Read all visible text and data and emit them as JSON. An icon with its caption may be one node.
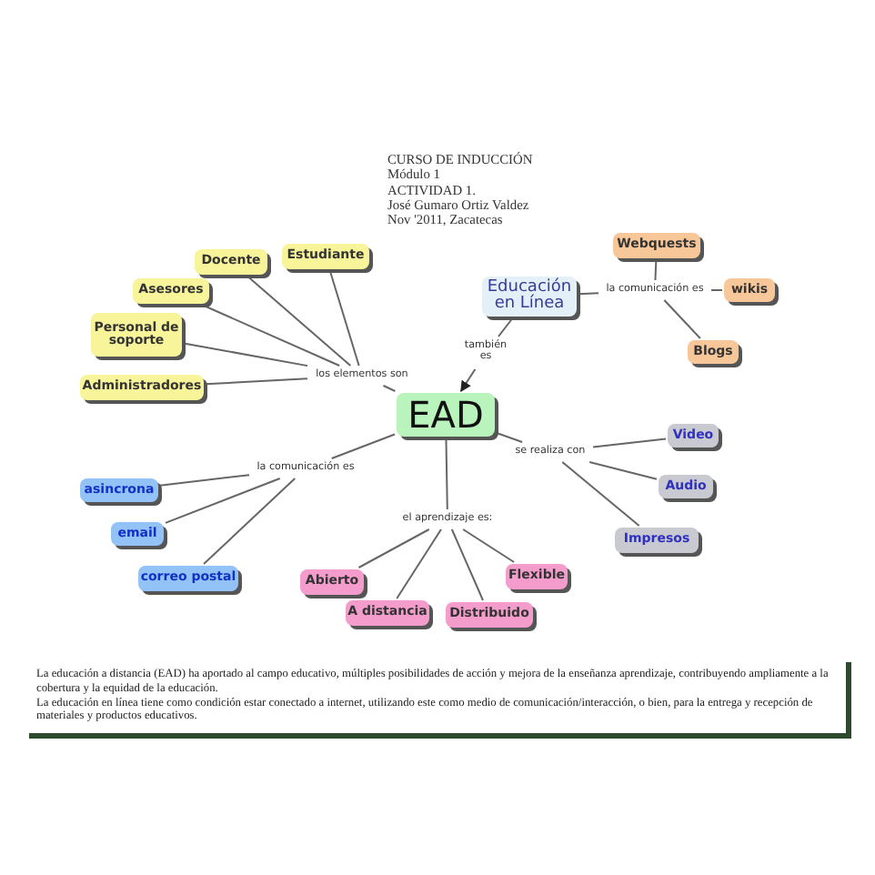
{
  "diagram": {
    "nodes": [
      {
        "text": [
          "EAD"
        ]
      },
      {
        "text": [
          "los elementos son"
        ]
      },
      {
        "text": [
          "Docente"
        ]
      },
      {
        "text": [
          "Estudiante"
        ]
      },
      {
        "text": [
          "Asesores"
        ]
      },
      {
        "text": [
          "Personal de soporte"
        ]
      },
      {
        "text": [
          "Administradores"
        ]
      },
      {
        "text": [
          "Educación en Línea"
        ]
      },
      {
        "text": [
          "también es"
        ]
      },
      {
        "text": [
          "la comunicación es"
        ]
      },
      {
        "text": [
          "Webquests"
        ]
      },
      {
        "text": [
          "wikis"
        ]
      },
      {
        "text": [
          "Blogs"
        ]
      },
      {
        "text": [
          "la comunicación es"
        ]
      },
      {
        "text": [
          "asincrona"
        ]
      },
      {
        "text": [
          "email"
        ]
      },
      {
        "text": [
          "correo postal"
        ]
      },
      {
        "text": [
          "el aprendizaje es:"
        ]
      },
      {
        "text": [
          "Abierto"
        ]
      },
      {
        "text": [
          "A distancia"
        ]
      },
      {
        "text": [
          "Distribuido"
        ]
      },
      {
        "text": [
          "Flexible"
        ]
      },
      {
        "text": [
          "se realiza con"
        ]
      },
      {
        "text": [
          "Video"
        ]
      },
      {
        "text": [
          "Audio"
        ]
      },
      {
        "text": [
          "Impresos"
        ]
      },
      {
        "text": [
          "La educación a distancia (EAD) ha aportado al campo educativo, múltiples posibilidades de acción y mejora de la enseñanza aprendizaje, contribuyendo ampliamente a la cobertura y la equidad de la educación.",
          "La educación en línea tiene como condición estar conectado a internet, utilizando este como medio de comunicación/interacción, o bien, para la entrega y recepción de materiales y productos educativos."
        ]
      }
    ],
    "edges": [
      {
        "from": 0,
        "to": 1,
        "arrow": "none"
      },
      {
        "from": 1,
        "to": 2,
        "arrow": "none"
      },
      {
        "from": 1,
        "to": 3,
        "arrow": "none"
      },
      {
        "from": 1,
        "to": 4,
        "arrow": "none"
      },
      {
        "from": 1,
        "to": 5,
        "arrow": "none"
      },
      {
        "from": 1,
        "to": 6,
        "arrow": "none"
      },
      {
        "from": 7,
        "to": 8,
        "arrow": "none"
      },
      {
        "from": 8,
        "to": 0,
        "arrow": "to"
      },
      {
        "from": 7,
        "to": 9,
        "arrow": "none"
      },
      {
        "from": 9,
        "to": 10,
        "arrow": "none"
      },
      {
        "from": 9,
        "to": 11,
        "arrow": "none"
      },
      {
        "from": 9,
        "to": 12,
        "arrow": "none"
      },
      {
        "from": 0,
        "to": 13,
        "arrow": "none"
      },
      {
        "from": 13,
        "to": 14,
        "arrow": "none"
      },
      {
        "from": 13,
        "to": 15,
        "arrow": "none"
      },
      {
        "from": 13,
        "to": 16,
        "arrow": "none"
      },
      {
        "from": 0,
        "to": 17,
        "arrow": "none"
      },
      {
        "from": 17,
        "to": 18,
        "arrow": "none"
      },
      {
        "from": 17,
        "to": 19,
        "arrow": "none"
      },
      {
        "from": 17,
        "to": 20,
        "arrow": "none"
      },
      {
        "from": 17,
        "to": 21,
        "arrow": "none"
      },
      {
        "from": 0,
        "to": 22,
        "arrow": "none"
      },
      {
        "from": 22,
        "to": 23,
        "arrow": "none"
      },
      {
        "from": 22,
        "to": 24,
        "arrow": "none"
      },
      {
        "from": 22,
        "to": 25,
        "arrow": "none"
      }
    ],
    "labels": [
      "CURSO DE INDUCCIÓN",
      "Módulo 1",
      "ACTIVIDAD 1.",
      "José Gumaro Ortiz Valdez",
      "Nov '2011, Zacatecas"
    ]
  }
}
